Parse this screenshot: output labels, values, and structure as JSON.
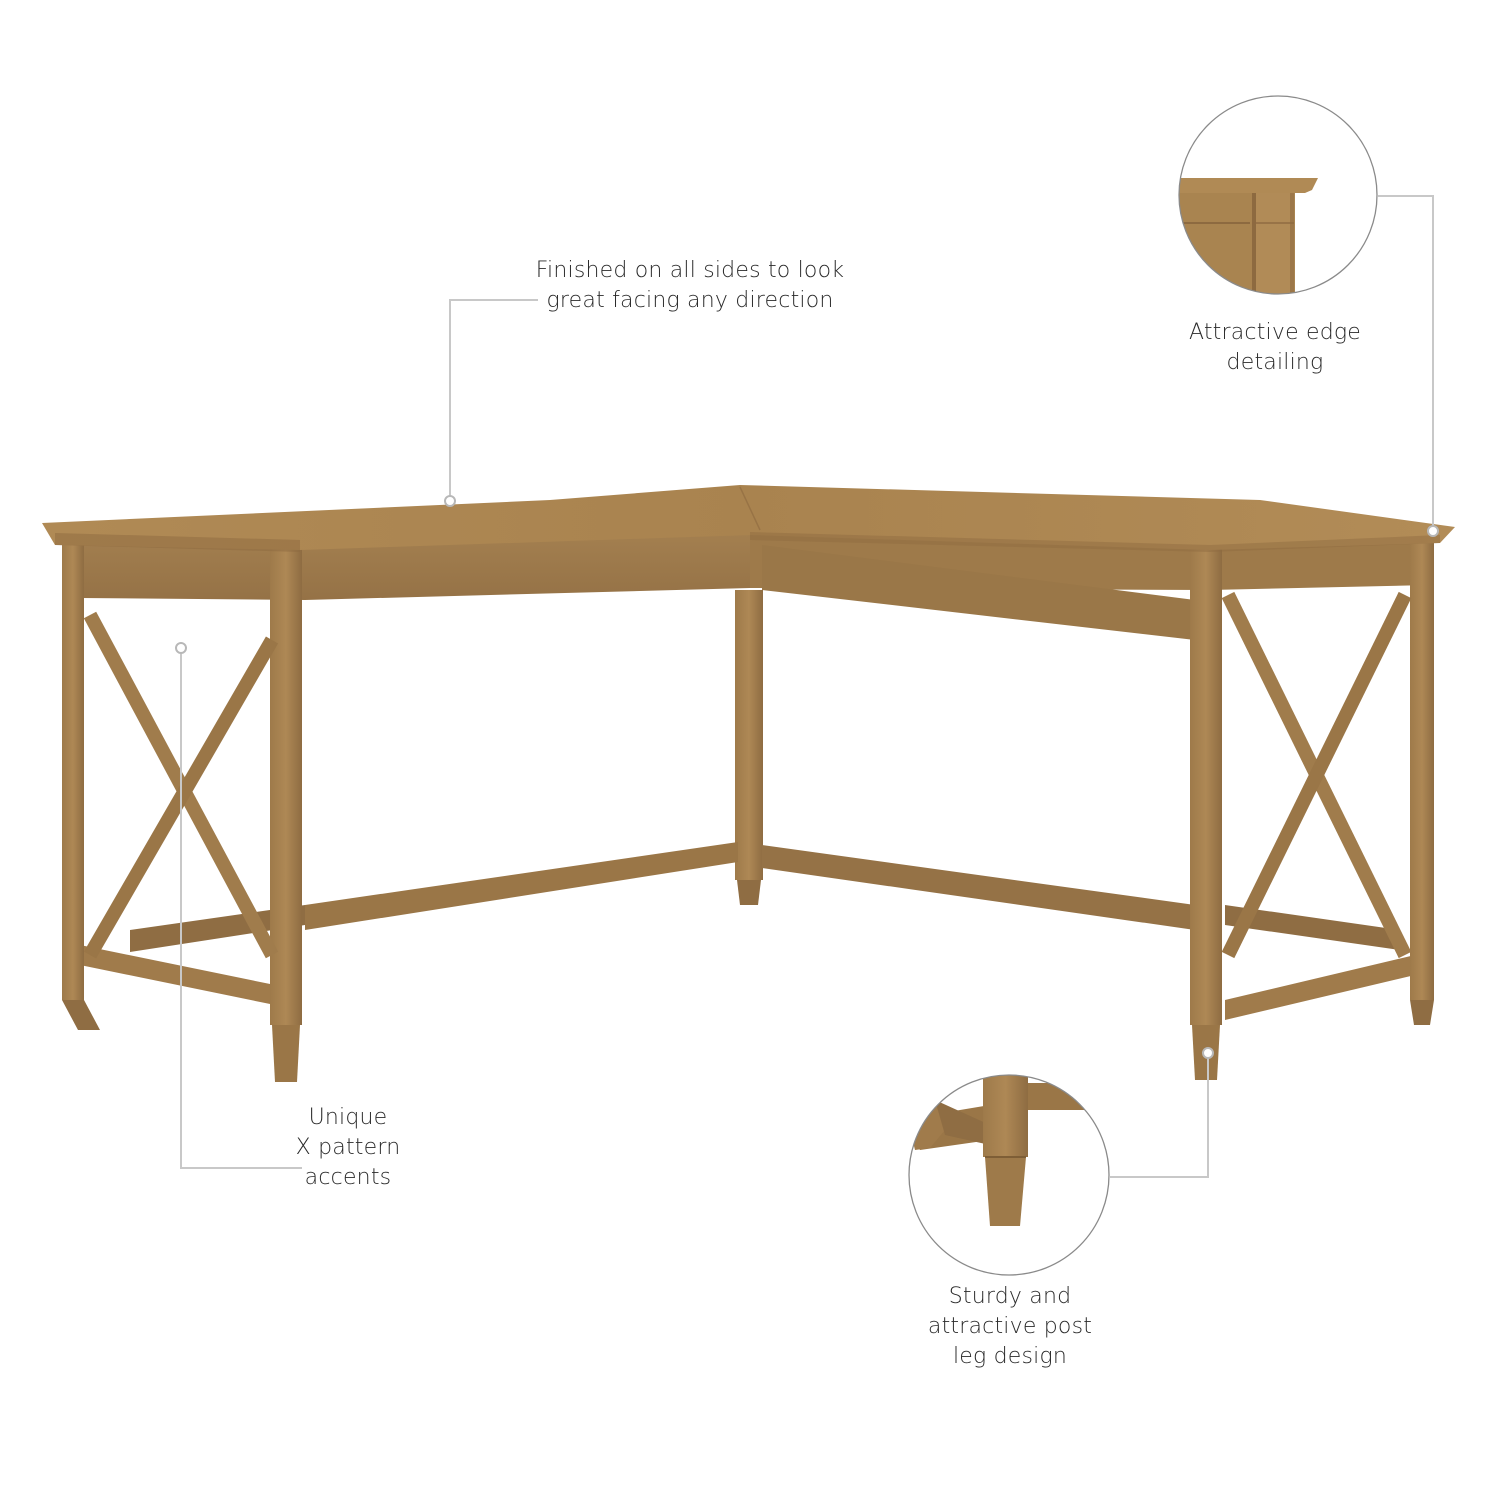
{
  "image": {
    "subject": "L-shaped desk with X pattern sides",
    "colors": {
      "background": "#ffffff",
      "wood_top": "#a9834f",
      "wood_light": "#b48d58",
      "wood_mid": "#9c7748",
      "wood_dark": "#7e5e36",
      "callout_line": "#c8c8c8",
      "circle_border": "#8a8a8a",
      "text": "#2a2a2a"
    }
  },
  "callouts": [
    {
      "id": "finished-sides",
      "lines": [
        "Finished on all sides to look",
        "great facing any direction"
      ],
      "inset_circle": false
    },
    {
      "id": "edge-detailing",
      "lines": [
        "Attractive edge",
        "detailing"
      ],
      "inset_circle": true,
      "inset_subject": "desk top edge and leg corner"
    },
    {
      "id": "x-pattern",
      "lines": [
        "Unique",
        "X pattern",
        "accents"
      ],
      "inset_circle": false
    },
    {
      "id": "post-leg",
      "lines": [
        "Sturdy and",
        "attractive post",
        "leg design"
      ],
      "inset_circle": true,
      "inset_subject": "tapered post leg"
    }
  ]
}
